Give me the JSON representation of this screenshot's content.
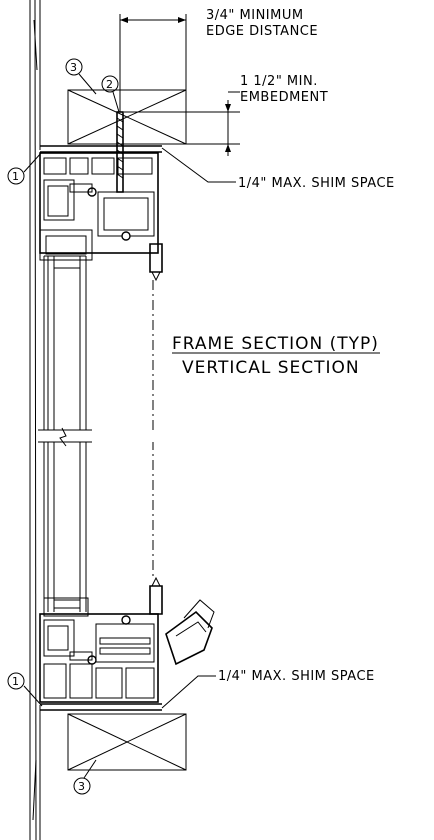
{
  "annotations": {
    "edge_distance_line1": "3/4\" MINIMUM",
    "edge_distance_line2": "EDGE DISTANCE",
    "embedment_line1": "1 1/2\" MIN.",
    "embedment_line2": "EMBEDMENT",
    "shim_top": "1/4\" MAX. SHIM SPACE",
    "shim_bottom": "1/4\" MAX. SHIM SPACE"
  },
  "title": {
    "line1": "FRAME SECTION (TYP)",
    "line2": "VERTICAL SECTION"
  },
  "callouts": {
    "top_left_1": "1",
    "top_fastener_2": "2",
    "top_wood_3": "3",
    "bottom_left_1": "1",
    "bottom_wood_3": "3"
  }
}
